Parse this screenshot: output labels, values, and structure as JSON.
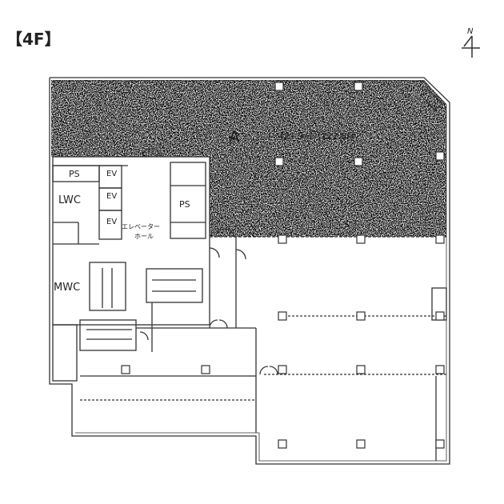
{
  "floor_label": "【4F】",
  "north_label": "N",
  "areas": {
    "a_label": "A",
    "a_size": "421.9㎡（127.6坪）"
  },
  "rooms": {
    "ps_left": "PS",
    "lwc": "LWC",
    "ev1": "EV",
    "ev2": "EV",
    "ev3": "EV",
    "elevator_hall_1": "エレベーター",
    "elevator_hall_2": "ホール",
    "ps_right": "PS",
    "mwc": "MWC"
  }
}
